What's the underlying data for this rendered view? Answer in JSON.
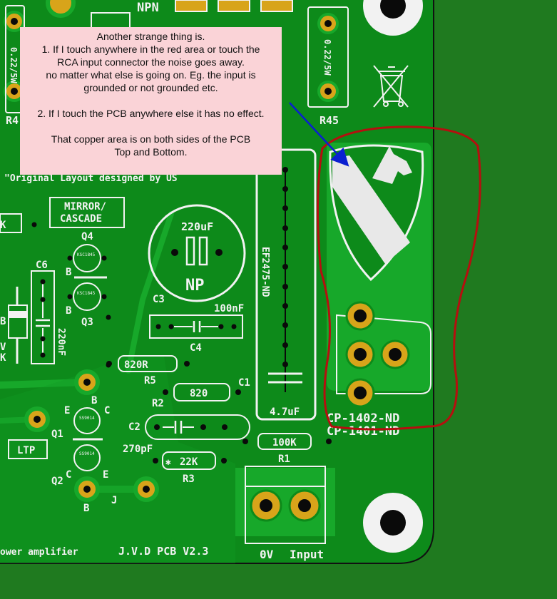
{
  "annotation": {
    "title": "Another strange thing is.",
    "point1": [
      "1. If I touch anywhere in the red area or touch the",
      "RCA input connector the noise goes away.",
      "no matter what else is going on. Eg. the input is",
      "grounded or not grounded etc."
    ],
    "point2": "2. If I touch the PCB anywhere else it has no effect.",
    "copper_note": [
      "That copper area is on both sides of the PCB",
      "Top and Bottom."
    ]
  },
  "silkscreen": {
    "npn": "NPN",
    "credit": "\"Original Layout designed by US",
    "mirror_cascade": [
      "MIRROR/",
      "CASCADE"
    ],
    "q4": "Q4",
    "q3": "Q3",
    "q1": "Q1",
    "q2": "Q2",
    "ksc1845": "KSC1845",
    "ss9014": "SS9014",
    "b": "B",
    "c": "C",
    "e": "E",
    "j": "J",
    "k": "K",
    "v": "V",
    "c6": "C6",
    "cap_220nf": "220nF",
    "c3": "C3",
    "cap_220uf": "220uF",
    "np": "NP",
    "cap_100nf": "100nF",
    "c4": "C4",
    "r5_value": "820R",
    "r5": "R5",
    "r2_value": "820",
    "r2": "R2",
    "c1": "C1",
    "c2": "C2",
    "cap_270pf": "270pF",
    "r1_value": "100K",
    "r1": "R1",
    "r3_value": "22K",
    "r3": "R3",
    "ltp": "LTP",
    "ef2475": "EF2475-ND",
    "cap_4u7": "4.7uF",
    "res_022_5w": "0.22/5W",
    "r4": "R4",
    "r45": "R45",
    "cp1402": "CP-1402-ND",
    "cp1401": "CP-1401-ND",
    "ov": "0V",
    "input": "Input",
    "jvd": "J.V.D PCB V2.3",
    "power_amplifier": "ower amplifier"
  },
  "colors": {
    "board": "#0d8a1a",
    "copper": "#17a82a",
    "background": "#1f7a1f",
    "silk": "#f2f2f2",
    "pad": "#d8a41a",
    "hole": "#0a0a0a",
    "highlight": "#b50f0f",
    "arrow": "#0a1fd0",
    "note_bg": "#fad3d7"
  },
  "icons": [
    "weee-bin-icon",
    "cavalry-horse-shield-logo"
  ]
}
